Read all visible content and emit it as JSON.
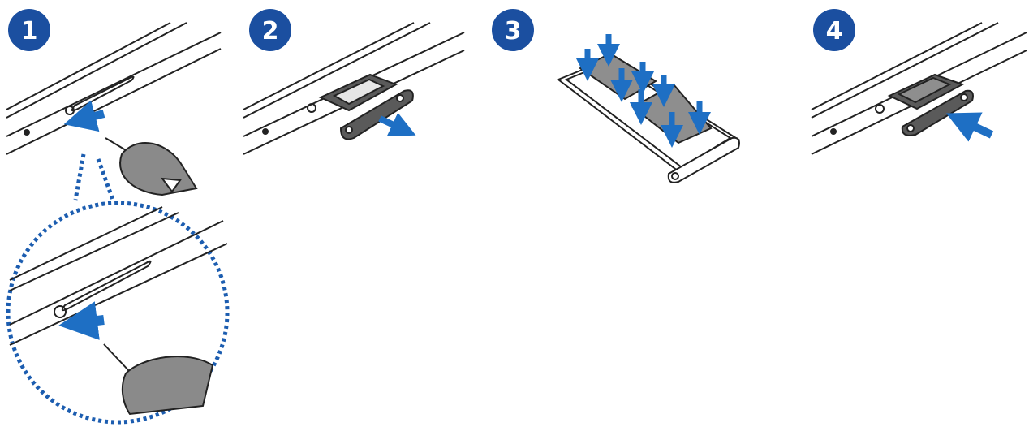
{
  "steps": [
    {
      "number": "1"
    },
    {
      "number": "2"
    },
    {
      "number": "3"
    },
    {
      "number": "4"
    }
  ],
  "colors": {
    "badge": "#1b4fa0",
    "arrow": "#1e6fc4",
    "dotted_callout": "#1c5db0",
    "tray": "#5a5a5a",
    "card": "#8e8e8e",
    "pin": "#8a8a8a",
    "line": "#222222"
  },
  "icons": [
    "step-badge-icon",
    "push-arrow-icon",
    "pull-arrow-icon",
    "down-arrow-icon",
    "eject-pin-icon",
    "sim-tray-icon",
    "sim-card-icon",
    "magnify-callout-icon"
  ]
}
